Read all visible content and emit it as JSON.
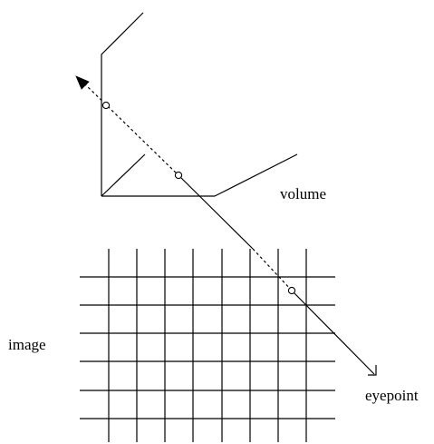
{
  "labels": {
    "volume": "volume",
    "image": "image",
    "eyepoint": "eyepoint"
  },
  "colors": {
    "ink": "#000000",
    "background": "#ffffff"
  }
}
